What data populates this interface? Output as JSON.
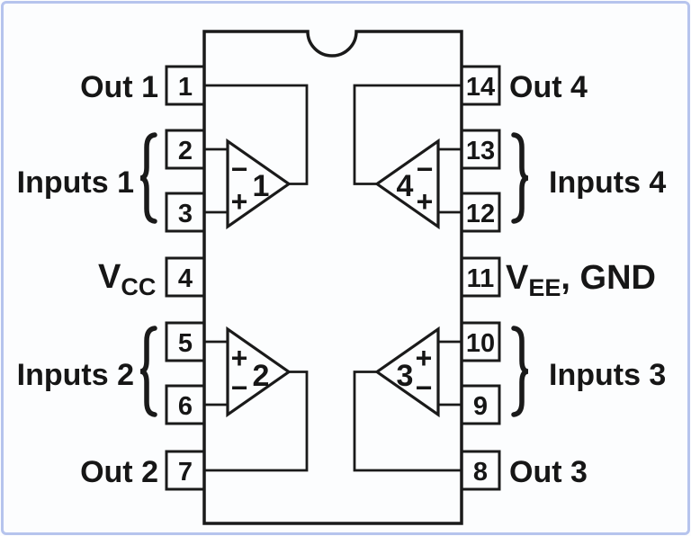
{
  "page": {
    "description": "Quad operational amplifier 14-pin DIP package pinout diagram",
    "background": "#fcfdfe",
    "ink": "#161616",
    "frame_tint": "#5674d7"
  },
  "pins": {
    "left": [
      "1",
      "2",
      "3",
      "4",
      "5",
      "6",
      "7"
    ],
    "right": [
      "14",
      "13",
      "12",
      "11",
      "10",
      "9",
      "8"
    ]
  },
  "labels": {
    "out1": "Out 1",
    "inputs1": "Inputs 1",
    "vcc_base": "V",
    "vcc_sub": "CC",
    "inputs2": "Inputs 2",
    "out2": "Out 2",
    "out4": "Out 4",
    "inputs4": "Inputs 4",
    "vee_base": "V",
    "vee_sub": "EE",
    "vee_gnd": ", GND",
    "inputs3": "Inputs 3",
    "out3": "Out 3"
  },
  "opamps": {
    "a1": {
      "number": "1",
      "top_sign": "−",
      "bottom_sign": "+"
    },
    "a4": {
      "number": "4",
      "top_sign": "−",
      "bottom_sign": "+"
    },
    "a2": {
      "number": "2",
      "top_sign": "+",
      "bottom_sign": "−"
    },
    "a3": {
      "number": "3",
      "top_sign": "+",
      "bottom_sign": "−"
    }
  },
  "icons": {
    "notch": "dip-orientation-notch",
    "brace_left": "{",
    "brace_right": "}"
  }
}
